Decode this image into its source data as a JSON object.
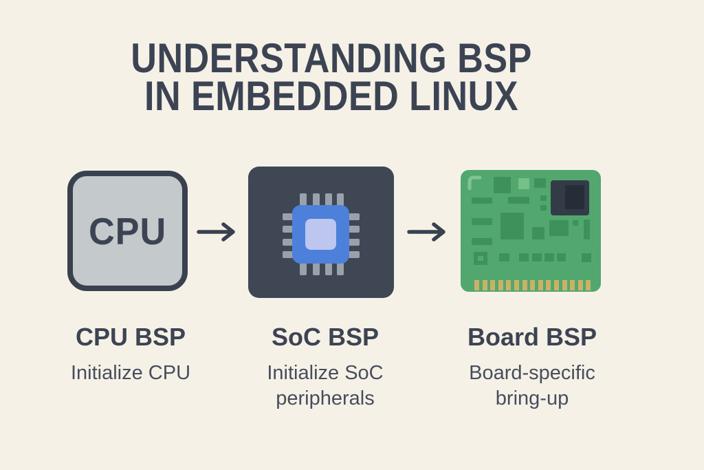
{
  "title": {
    "line1": "UNDERSTANDING BSP",
    "line2": "IN EMBEDDED LINUX"
  },
  "stages": [
    {
      "icon": "cpu-chip-icon",
      "icon_text": "CPU",
      "heading": "CPU BSP",
      "description": "Initialize CPU"
    },
    {
      "icon": "soc-chip-icon",
      "heading": "SoC BSP",
      "description": "Initialize SoC peripherals"
    },
    {
      "icon": "circuit-board-icon",
      "heading": "Board BSP",
      "description": "Board-specific bring-up"
    }
  ],
  "arrows": [
    "right-arrow",
    "right-arrow"
  ],
  "colors": {
    "background": "#f6f1e7",
    "ink": "#3c4453",
    "cpu_fill": "#c4c9cc",
    "cpu_border": "#39414e",
    "soc_body": "#3f4654",
    "chip_blue": "#4c80da",
    "chip_core": "#bcc6ee",
    "pin_gray": "#9aa1aa",
    "board_green": "#52a76e",
    "component_green": "#3f915c",
    "component_light_green": "#74c189",
    "board_chip_dark": "#333b47",
    "board_chip_inner": "#262d37",
    "connector_gold": "#c9b266"
  }
}
